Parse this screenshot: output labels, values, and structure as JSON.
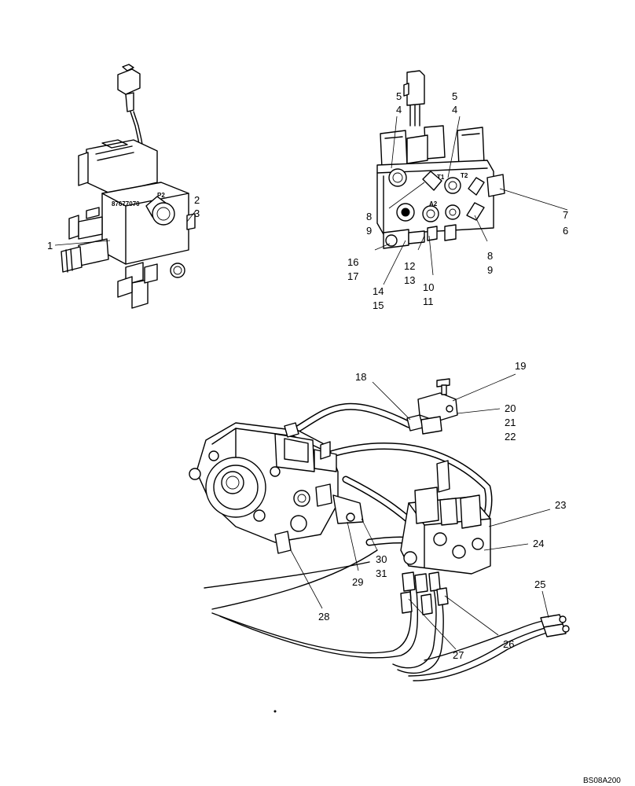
{
  "callouts": {
    "c1": "1",
    "c2": "2",
    "c3": "3",
    "c4a": "4",
    "c4b": "4",
    "c5a": "5",
    "c5b": "5",
    "c6": "6",
    "c7": "7",
    "c8a": "8",
    "c8b": "8",
    "c9a": "9",
    "c9b": "9",
    "c10": "10",
    "c11": "11",
    "c12": "12",
    "c13": "13",
    "c14": "14",
    "c15": "15",
    "c16": "16",
    "c17": "17",
    "c18": "18",
    "c19": "19",
    "c20": "20",
    "c21": "21",
    "c22": "22",
    "c23": "23",
    "c24": "24",
    "c25": "25",
    "c26": "26",
    "c27": "27",
    "c28": "28",
    "c29": "29",
    "c30": "30",
    "c31": "31"
  },
  "block_markings": {
    "part_number": "87677070",
    "port_p2": "P2",
    "port_t1": "T1",
    "port_t2": "T2",
    "port_a2": "A2"
  },
  "figure_ref": "BS08A200"
}
